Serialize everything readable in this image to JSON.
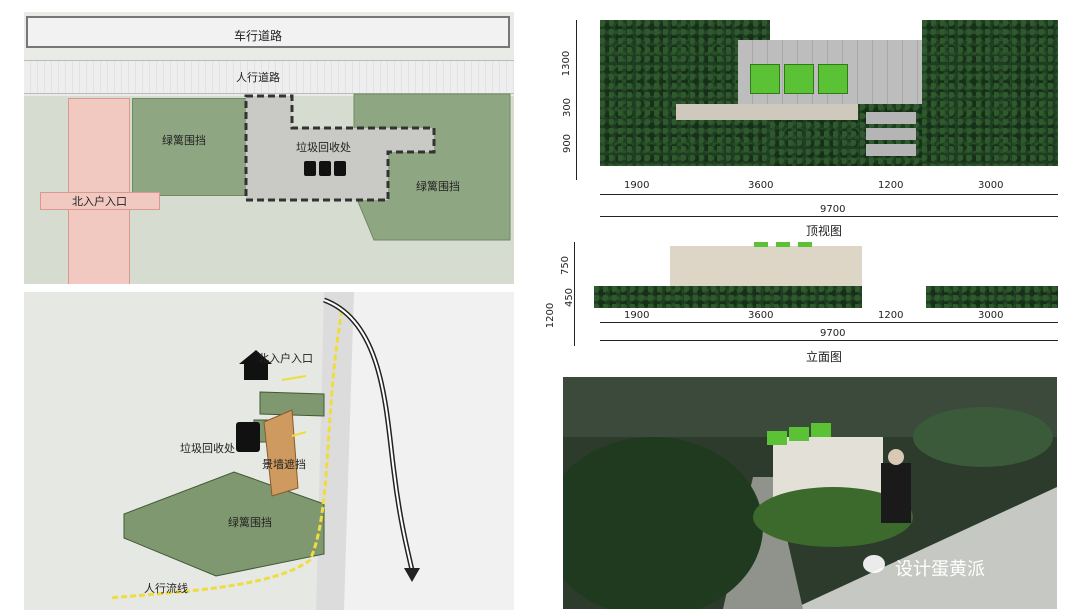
{
  "site_plan": {
    "road": "车行道路",
    "sidewalk": "人行道路",
    "hedge_left": "绿篱围挡",
    "hedge_right": "绿篱围挡",
    "recycling": "垃圾回收处",
    "north_entrance": "北入户入口"
  },
  "axon": {
    "north_entrance": "北入户入口",
    "recycling": "垃圾回收处",
    "screen_wall": "景墙遮挡",
    "hedge": "绿篱围挡",
    "pedestrian_flow": "人行流线"
  },
  "top_view": {
    "title": "顶视图",
    "vertical_dims": [
      "1300",
      "300",
      "900"
    ],
    "segments": [
      "1900",
      "3600",
      "1200",
      "3000"
    ],
    "total": "9700"
  },
  "elevation": {
    "title": "立面图",
    "vertical_dims": [
      "750",
      "450",
      "1200"
    ],
    "segments": [
      "1900",
      "3600",
      "1200",
      "3000"
    ],
    "total": "9700"
  },
  "watermark": "设计蛋黄派",
  "colors": {
    "hedge_plan": "#8fa683",
    "entrance_pink": "#f1c9c1",
    "hedge_dark": "#1f3d22",
    "bin_green": "#5bc236"
  }
}
